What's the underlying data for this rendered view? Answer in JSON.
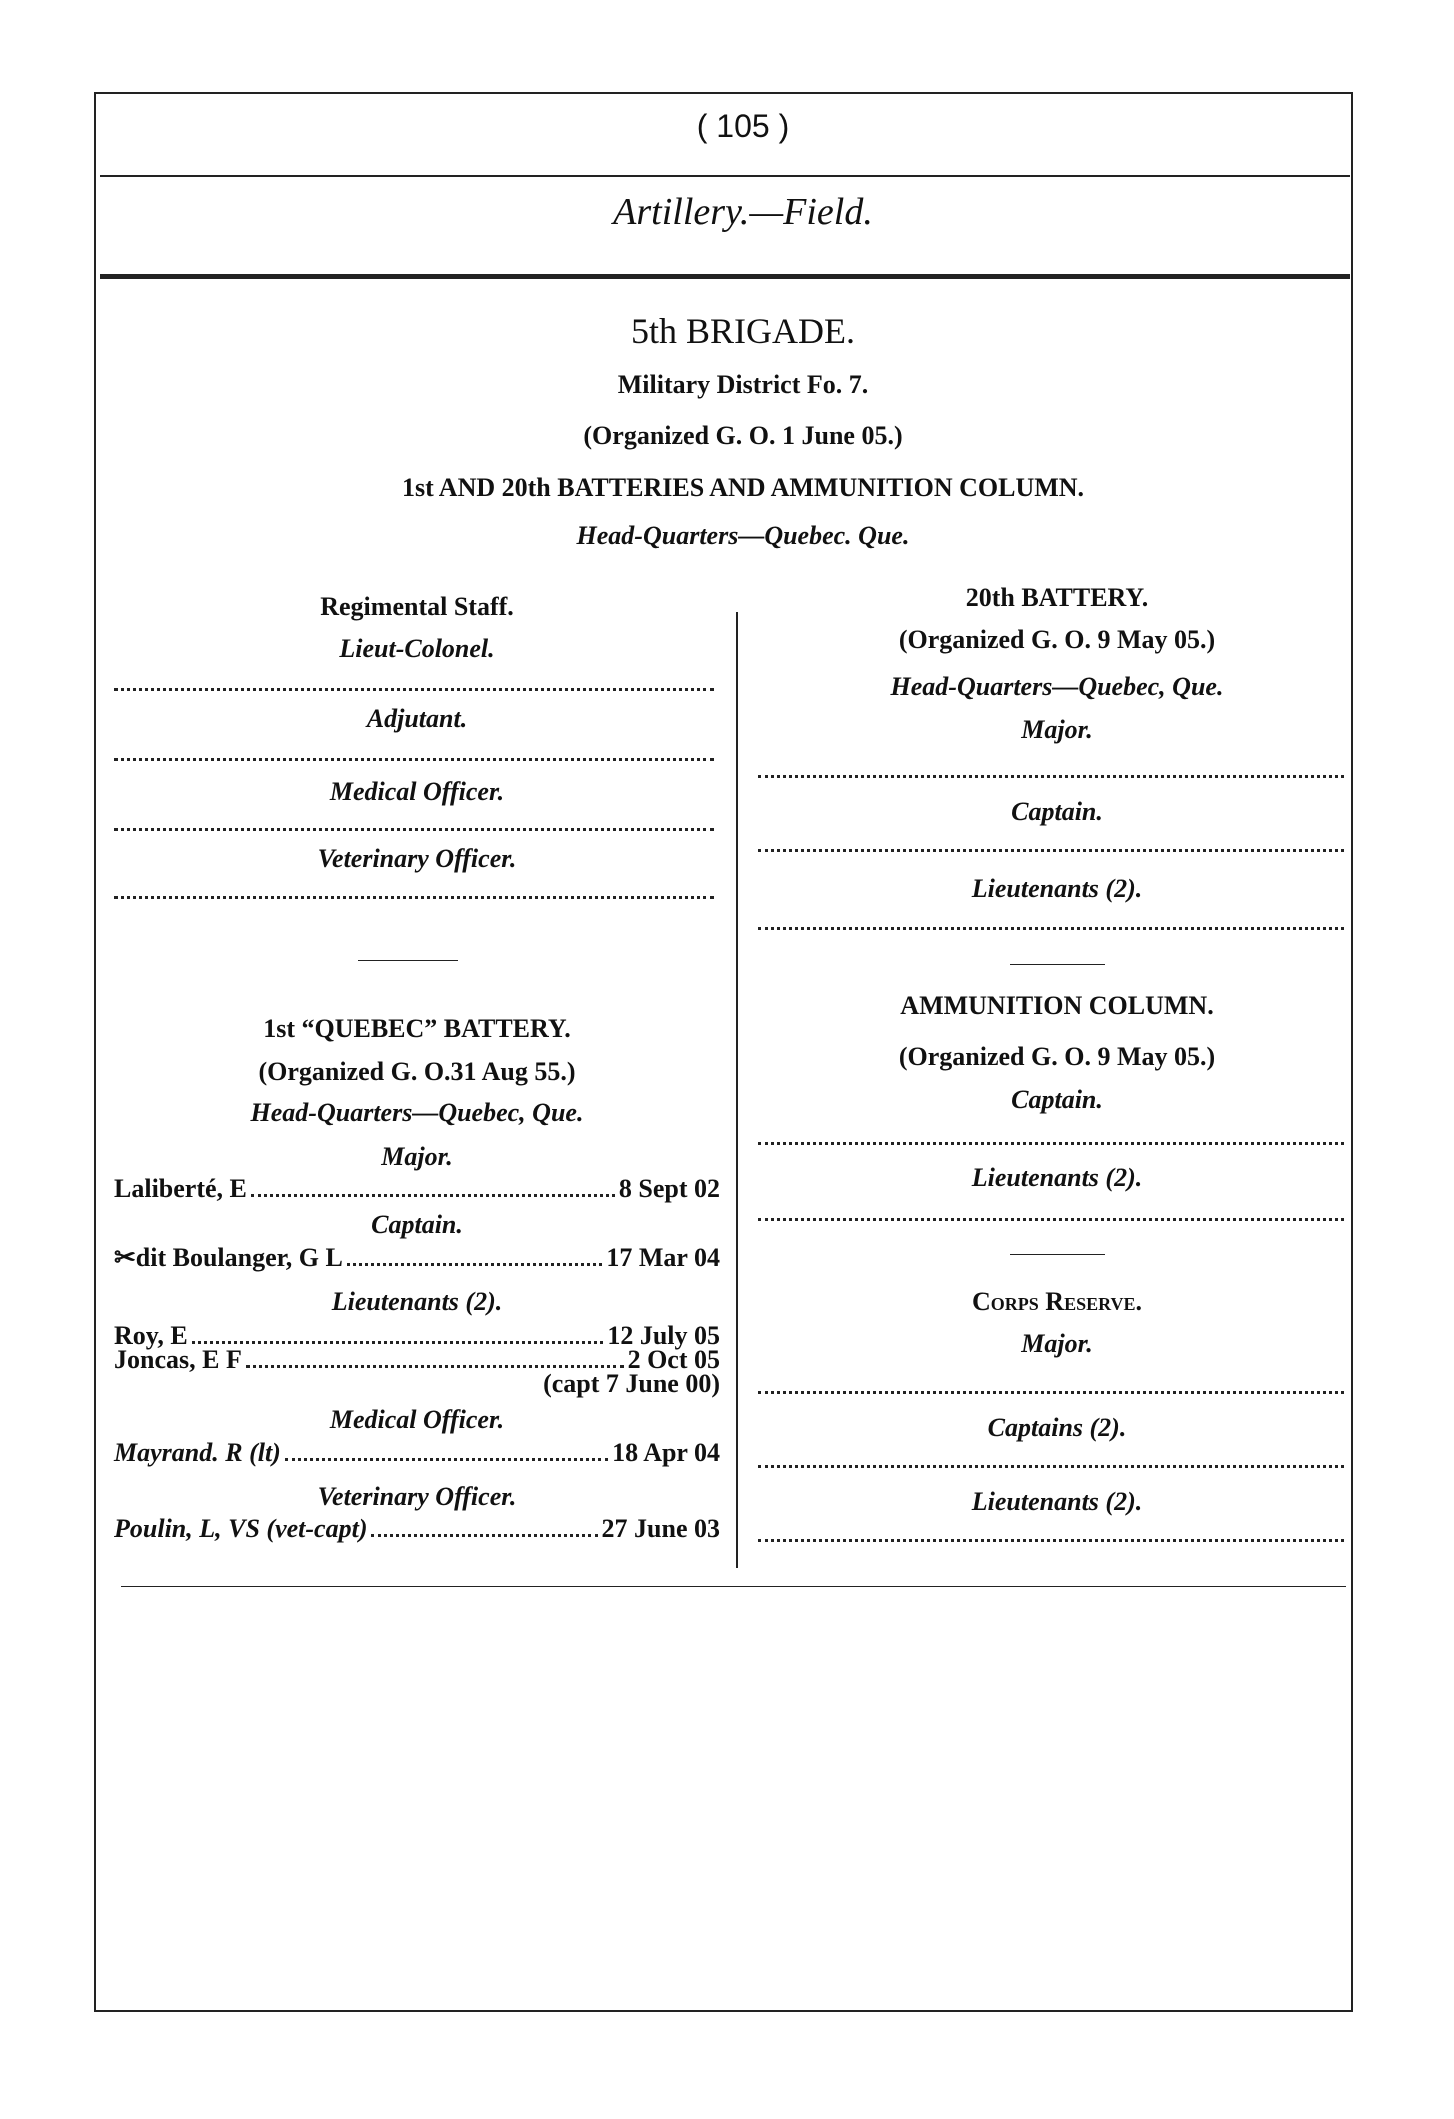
{
  "page_number": "( 105 )",
  "section_title": "Artillery.—Field.",
  "header": {
    "brigade": "5th BRIGADE.",
    "district": "Military District Fo. 7.",
    "organized": "(Organized G. O. 1 June 05.)",
    "units": "1st AND 20th BATTERIES AND AMMUNITION COLUMN.",
    "hq": "Head-Quarters—Quebec. Que."
  },
  "regimental_staff": {
    "title": "Regimental Staff.",
    "roles": [
      "Lieut-Colonel.",
      "Adjutant.",
      "Medical Officer.",
      "Veterinary Officer."
    ]
  },
  "quebec_battery": {
    "title": "1st “QUEBEC” BATTERY.",
    "organized": "(Organized G. O.31 Aug 55.)",
    "hq": "Head-Quarters—Quebec, Que.",
    "major_label": "Major.",
    "major": {
      "name": "Laliberté, E",
      "date": "8 Sept 02"
    },
    "captain_label": "Captain.",
    "captain": {
      "name": "✂dit Boulanger, G L",
      "date": "17 Mar 04"
    },
    "lieutenants_label": "Lieutenants (2).",
    "lieutenants": [
      {
        "name": "Roy, E",
        "date": "12 July 05"
      },
      {
        "name": "Joncas, E F",
        "date": "2 Oct 05"
      }
    ],
    "joncas_note": "(capt 7 June 00)",
    "medical_label": "Medical Officer.",
    "medical": {
      "name": "Mayrand. R (lt)",
      "date": "18 Apr 04"
    },
    "vet_label": "Veterinary Officer.",
    "vet": {
      "name": "Poulin, L, VS (vet-capt)",
      "date": "27 June 03"
    }
  },
  "battery_20": {
    "title": "20th BATTERY.",
    "organized": "(Organized G. O. 9 May 05.)",
    "hq": "Head-Quarters—Quebec, Que.",
    "roles": [
      "Major.",
      "Captain.",
      "Lieutenants (2)."
    ]
  },
  "ammunition_column": {
    "title": "AMMUNITION COLUMN.",
    "organized": "(Organized G. O. 9 May 05.)",
    "roles": [
      "Captain.",
      "Lieutenants (2)."
    ]
  },
  "corps_reserve": {
    "title": "Corps Reserve.",
    "roles": [
      "Major.",
      "Captains (2).",
      "Lieutenants (2)."
    ]
  }
}
